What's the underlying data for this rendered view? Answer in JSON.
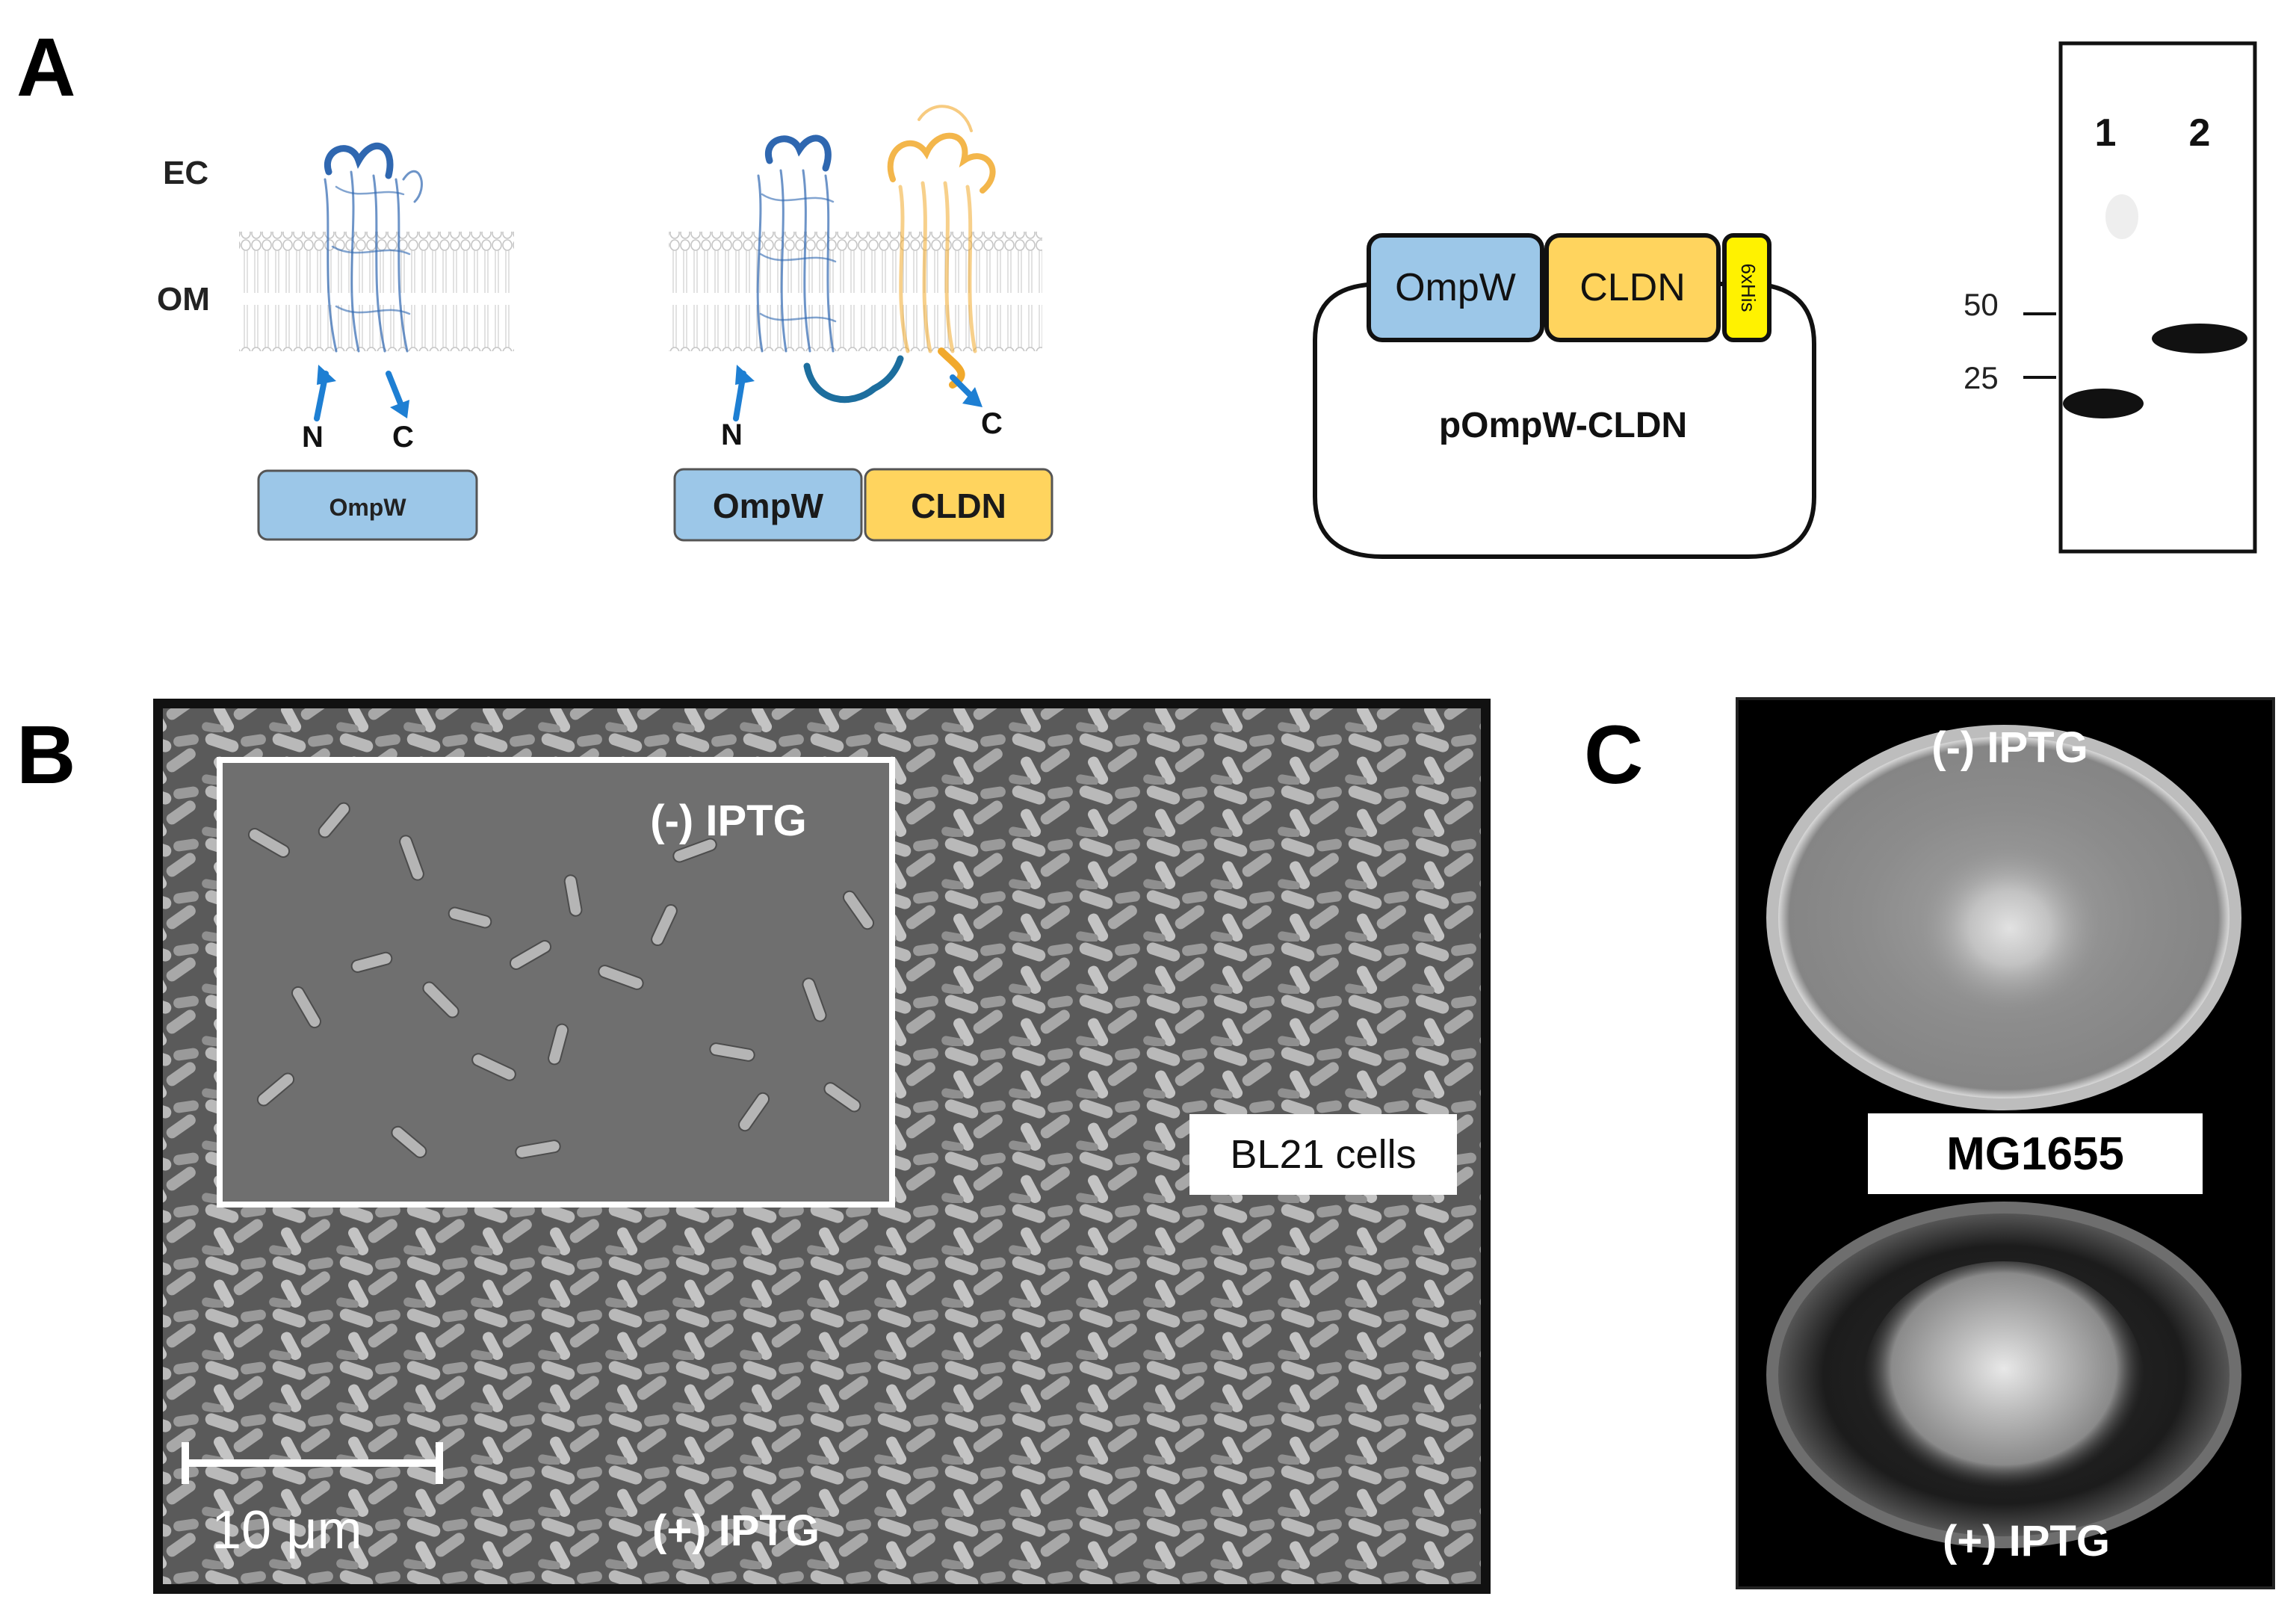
{
  "panels": {
    "a": {
      "letter": "A"
    },
    "b": {
      "letter": "B"
    },
    "c": {
      "letter": "C"
    }
  },
  "membrane": {
    "ec_label": "EC",
    "om_label": "OM"
  },
  "construct_left": {
    "n_label": "N",
    "c_label": "C",
    "box_label": "OmpW"
  },
  "construct_fusion": {
    "n_label": "N",
    "c_label": "C",
    "box1_label": "OmpW",
    "box2_label": "CLDN"
  },
  "plasmid": {
    "name": "pOmpW-CLDN",
    "segments": [
      "OmpW",
      "CLDN",
      "6xHis"
    ]
  },
  "western_blot": {
    "lanes": [
      "1",
      "2"
    ],
    "markers": [
      "50",
      "25"
    ]
  },
  "sem": {
    "inset_label": "(-) IPTG",
    "main_label": "(+) IPTG",
    "cells_label": "BL21 cells",
    "scale_label": "10 μm"
  },
  "plates": {
    "top_label": "(-) IPTG",
    "strain_label": "MG1655",
    "bottom_label": "(+) IPTG"
  },
  "colors": {
    "ompw": "#9cc7e8",
    "cldn": "#ffd45e",
    "his": "#fff200",
    "blue_protein": "#2f67b0",
    "orange_protein": "#f1a92c",
    "arrow": "#1e7fd3"
  }
}
